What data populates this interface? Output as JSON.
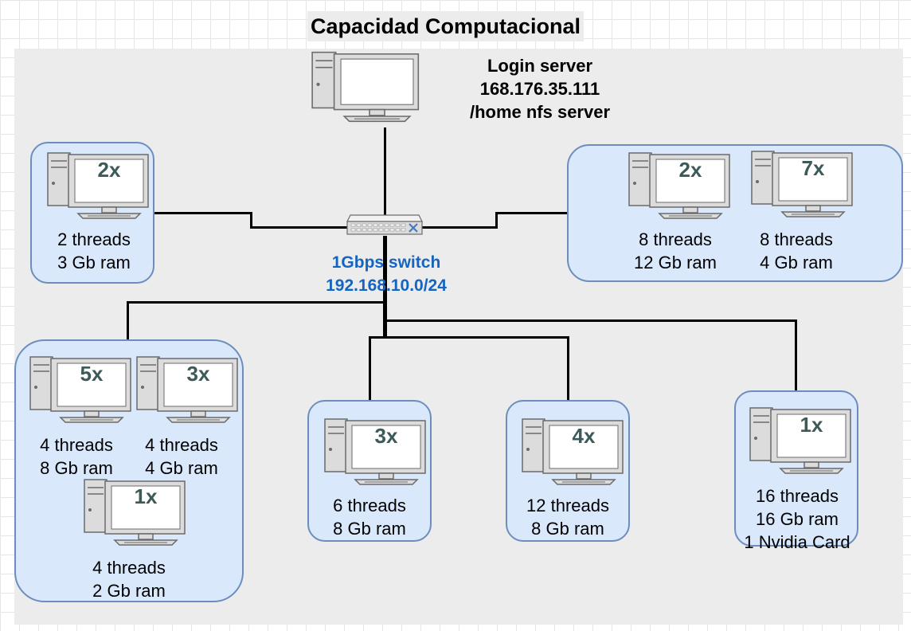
{
  "title": "Capacidad Computacional",
  "login_server": {
    "name": "Login server",
    "ip": "168.176.35.111",
    "role": "/home nfs server",
    "icon": "desktop-computer-icon"
  },
  "switch": {
    "label": "1Gbps switch",
    "subnet": "192.168.10.0/24",
    "icon": "network-switch-icon"
  },
  "nodes": {
    "a": {
      "count": "2x",
      "threads": "2 threads",
      "ram": "3 Gb ram"
    },
    "b": {
      "count": "2x",
      "threads": "8 threads",
      "ram": "12 Gb ram"
    },
    "c": {
      "count": "7x",
      "threads": "8 threads",
      "ram": "4 Gb ram"
    },
    "d": {
      "count": "5x",
      "threads": "4 threads",
      "ram": "8 Gb ram"
    },
    "e": {
      "count": "3x",
      "threads": "4 threads",
      "ram": "4 Gb ram"
    },
    "f": {
      "count": "1x",
      "threads": "4 threads",
      "ram": "2 Gb ram"
    },
    "g": {
      "count": "3x",
      "threads": "6 threads",
      "ram": "8 Gb ram"
    },
    "h": {
      "count": "4x",
      "threads": "12 threads",
      "ram": "8 Gb ram"
    },
    "i": {
      "count": "1x",
      "threads": "16 threads",
      "ram": "16 Gb ram",
      "extra": "1 Nvidia Card"
    }
  },
  "colors": {
    "group_fill": "#dae8fc",
    "group_border": "#6c8ebf",
    "switch_text": "#1565c0",
    "count_text": "#3d5a5a",
    "background_panel": "#ececec"
  }
}
